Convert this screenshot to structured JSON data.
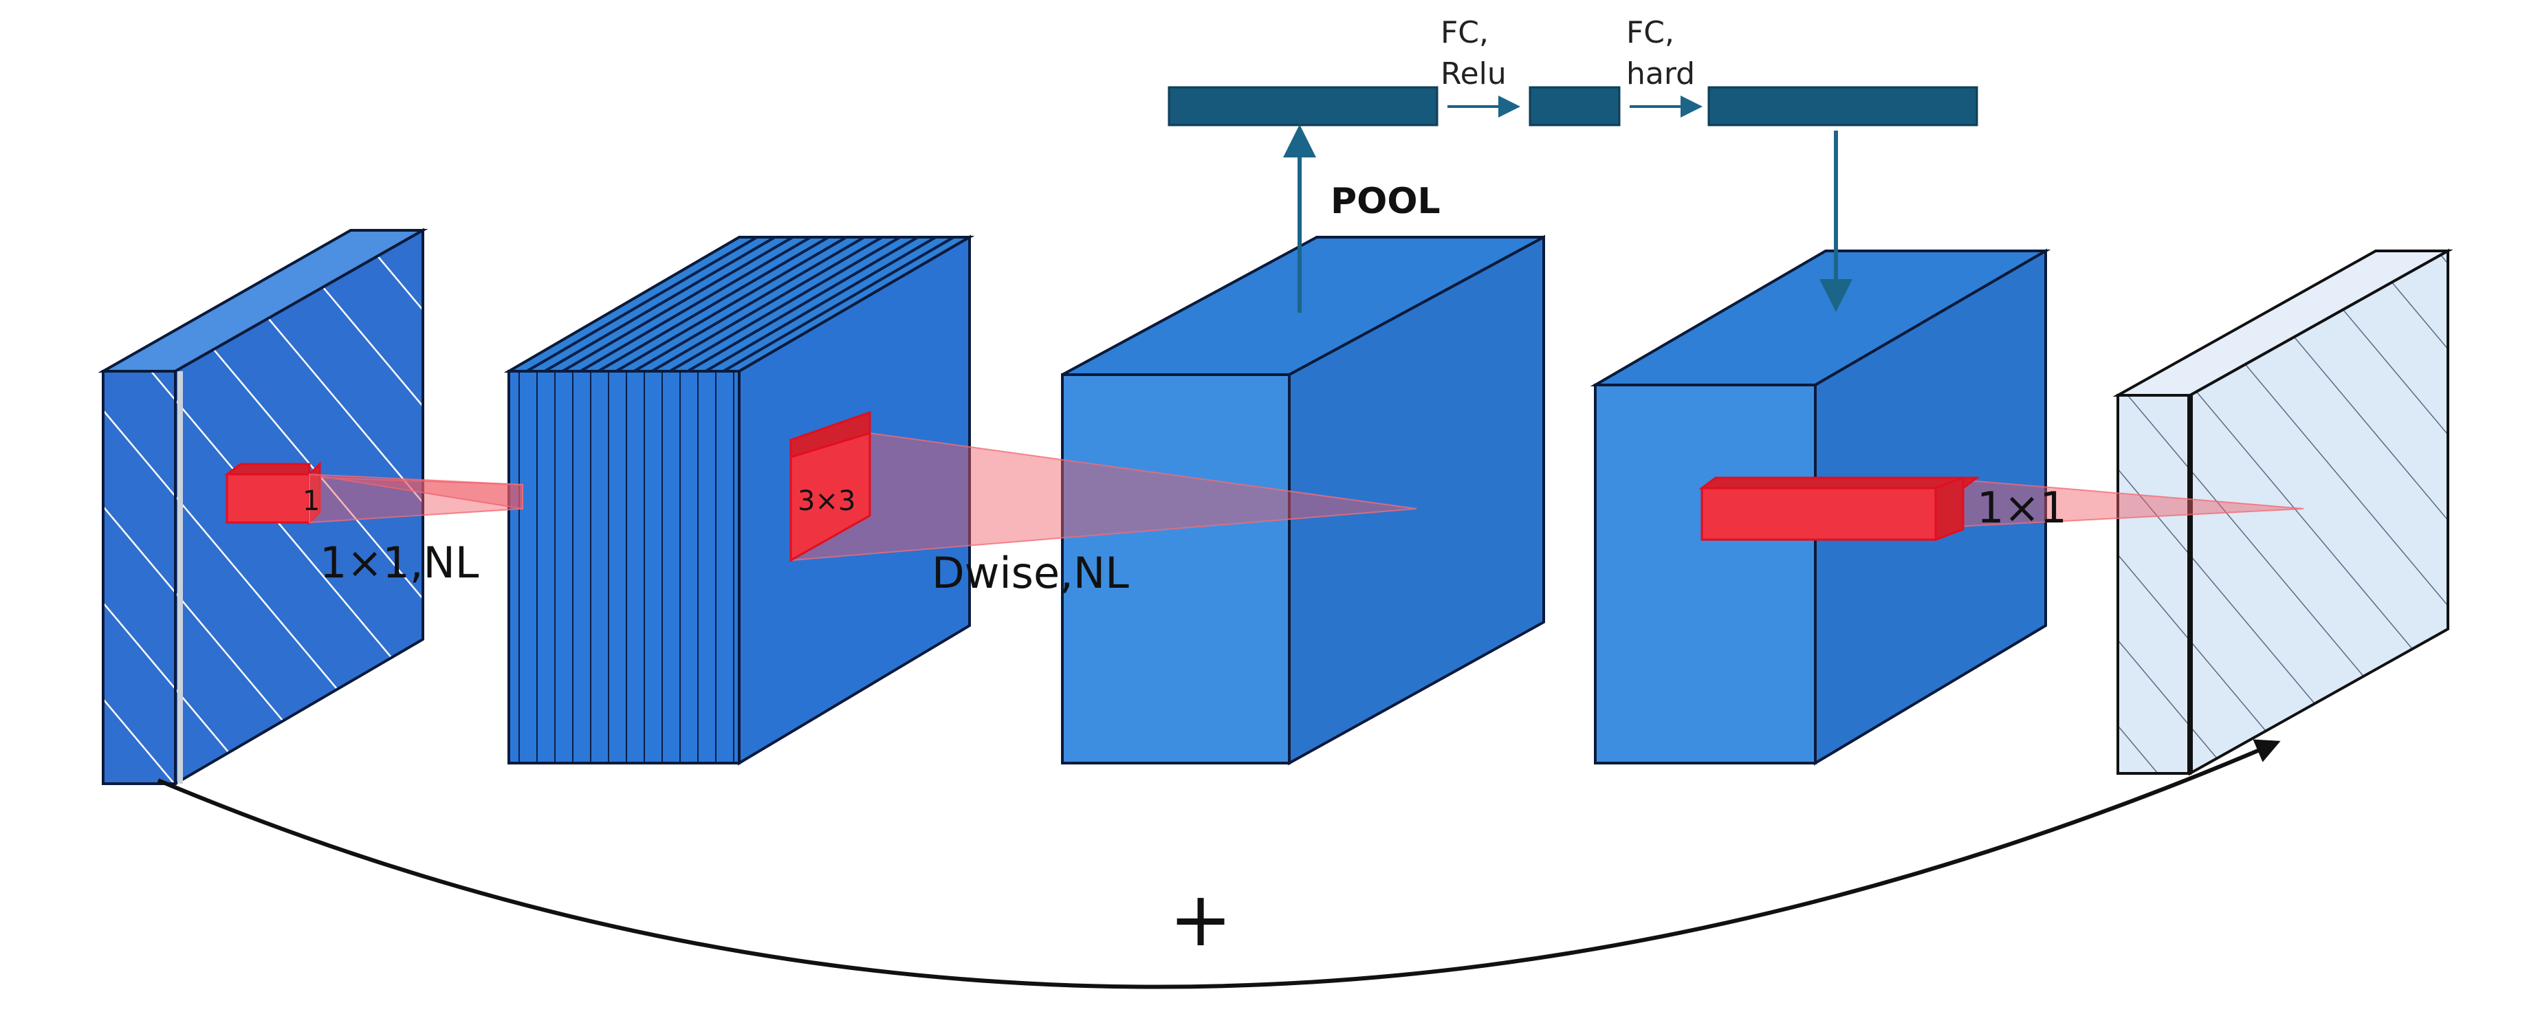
{
  "diagram": {
    "labels": {
      "conv_in_kernel": "1",
      "conv_in_op": "1×1,NL",
      "dwise_kernel": "3×3",
      "dwise_op": "Dwise,NL",
      "pool": "POOL",
      "fc1_line1": "FC,",
      "fc1_line2": "Relu",
      "fc2_line1": "FC,",
      "fc2_line2": "hard",
      "conv_out_op": "1×1",
      "residual_add": "+"
    },
    "colors": {
      "block_blue": "#3d8ee0",
      "block_dark_edge": "#0b1a3a",
      "se_bar": "#16597a",
      "kernel_red": "#ef3340",
      "output_light": "#dce9f7"
    }
  }
}
